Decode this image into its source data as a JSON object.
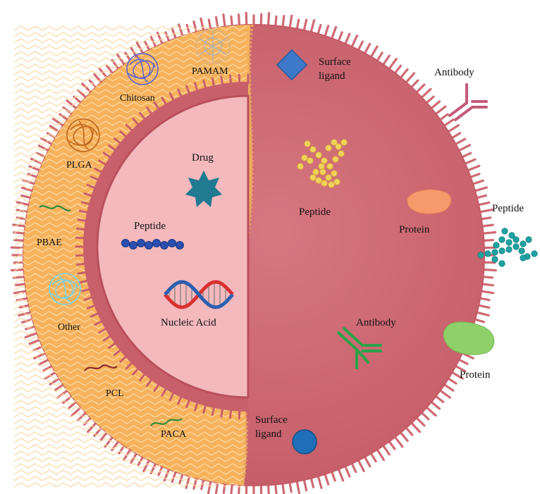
{
  "colors": {
    "outer_fringe": "#cf6a73",
    "polymer_shell": "#f6b25c",
    "polymer_wave": "#fbd9a6",
    "core_body": "#d16b74",
    "core_body_shade": "#c45c67",
    "inner_core": "#f3b9bd",
    "inner_membrane": "#c8606b",
    "chitosan": "#5a5fcf",
    "pamam": "#b8b8b8",
    "plga": "#c0671e",
    "pbae": "#2f8a3a",
    "other": "#7fcfd8",
    "pcl": "#8a2a2a",
    "paca": "#2f8a3a",
    "drug": "#1f7a92",
    "peptide_inner": "#2a4fb0",
    "dna_red": "#d93030",
    "dna_blue": "#2a5fb0",
    "surface_ligand": "#3e78c9",
    "peptide_core": "#f1d35a",
    "protein_core": "#f59a6a",
    "antibody_core": "#2aa24a",
    "protein_outer": "#8fd06a",
    "peptide_outer": "#1ea3a3",
    "antibody_outer": "#c25a78"
  },
  "labels": {
    "chitosan": "Chitosan",
    "pamam": "PAMAM",
    "plga": "PLGA",
    "pbae": "PBAE",
    "other": "Other",
    "pcl": "PCL",
    "paca": "PACA",
    "drug": "Drug",
    "peptide_inner": "Peptide",
    "nucleic_acid": "Nucleic Acid",
    "surface_ligand_top_line1": "Surface",
    "surface_ligand_top_line2": "ligand",
    "peptide_core": "Peptide",
    "protein_core": "Protein",
    "antibody_core": "Antibody",
    "surface_ligand_bottom_line1": "Surface",
    "surface_ligand_bottom_line2": "ligand",
    "antibody_outer": "Antibody",
    "peptide_outer": "Peptide",
    "protein_outer": "Protein"
  },
  "icons": {
    "chitosan": "tangled-polymer-icon",
    "pamam": "dendrimer-icon",
    "plga": "tangled-polymer-icon",
    "pbae": "polymer-chain-icon",
    "other": "tangled-polymer-icon",
    "pcl": "polymer-chain-icon",
    "paca": "polymer-chain-icon",
    "drug": "star-icon",
    "peptide": "bead-chain-icon",
    "nucleic_acid": "dna-helix-icon",
    "surface_ligand_top": "diamond-icon",
    "surface_ligand_bottom": "circle-icon",
    "antibody": "antibody-icon",
    "protein": "protein-blob-icon"
  }
}
